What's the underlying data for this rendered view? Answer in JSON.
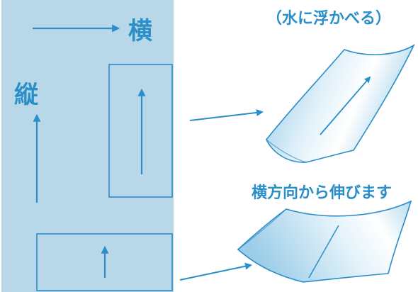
{
  "labels": {
    "horizontal": "横",
    "vertical": "縦",
    "floating_on_water": "（水に浮かべる）",
    "stretches_horizontally": "横方向から伸びます"
  },
  "colors": {
    "paper_fill": "#b8d8ea",
    "line": "#2a8ec8",
    "text": "#2a8ec8",
    "film_light": "#eef7fc",
    "film_mid": "#cfe8f5",
    "film_dark": "#8cc4e3"
  },
  "icons": {
    "horizontal_direction": "right-arrow",
    "vertical_direction": "up-arrow",
    "strip_direction": "up-arrow",
    "flow": "right-arrow"
  }
}
